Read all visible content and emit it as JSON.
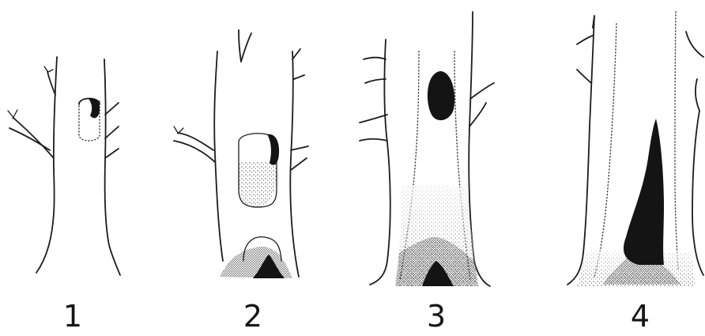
{
  "figure": {
    "panels": [
      {
        "label": "1"
      },
      {
        "label": "2"
      },
      {
        "label": "3"
      },
      {
        "label": "4"
      }
    ],
    "colors": {
      "ink": "#1c1c1c",
      "background": "#ffffff",
      "stipple": "#2a2a2a"
    }
  }
}
